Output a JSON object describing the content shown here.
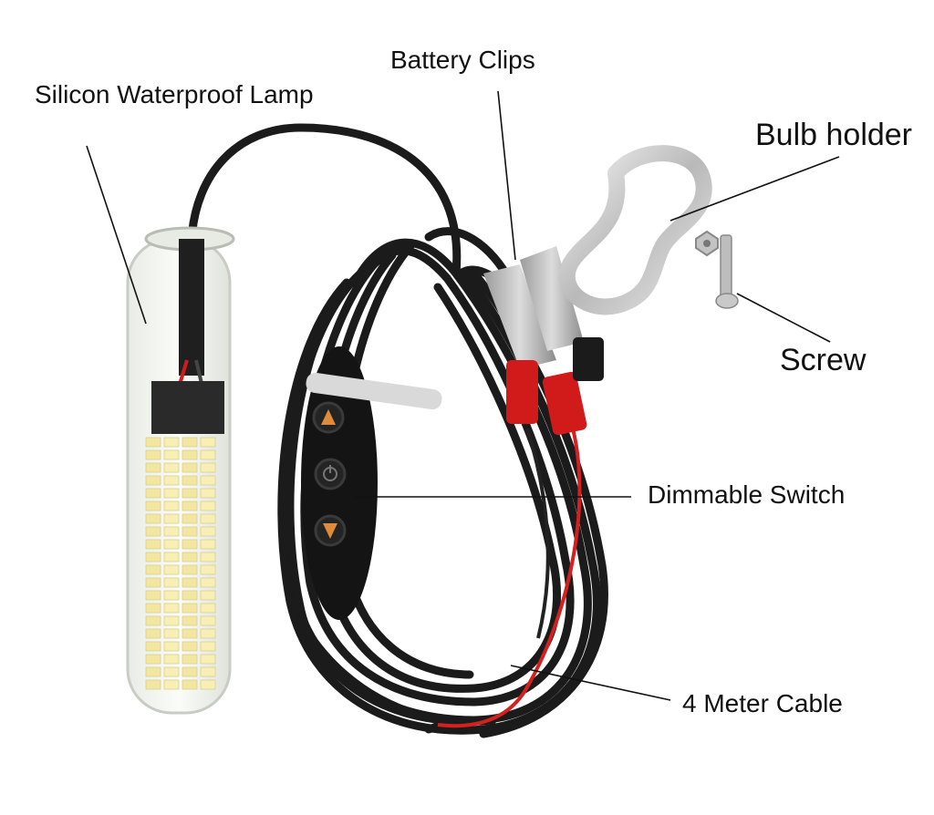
{
  "image": {
    "description_colors": {
      "background": "#ffffff",
      "cable": "#1a1a1a",
      "led_light": "#f7efb4",
      "clip_red": "#d11a1a",
      "switch_arrow": "#e08a3c",
      "metal": "#c9c9c9",
      "red_wire": "#d62020"
    }
  },
  "labels": {
    "lamp": "Silicon Waterproof Lamp",
    "battery_clips": "Battery Clips",
    "bulb_holder": "Bulb holder",
    "screw": "Screw",
    "dimmable_switch": "Dimmable Switch",
    "cable": "4 Meter Cable"
  },
  "icons": {
    "up_button": "triangle-up-icon",
    "power_button": "power-icon",
    "down_button": "triangle-down-icon"
  }
}
